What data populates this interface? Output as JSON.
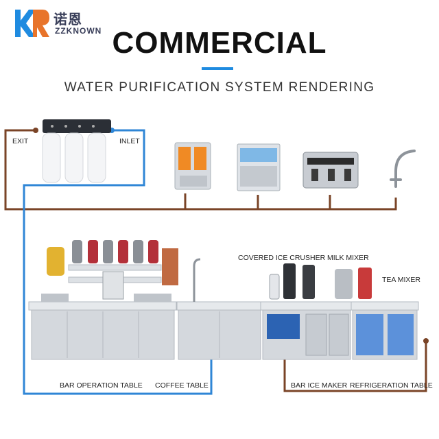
{
  "brand": {
    "name_cn": "诺恩",
    "name_en": "ZZKNOWN",
    "mark_letters": "KR"
  },
  "title": "COMMERCIAL",
  "subtitle": "WATER PURIFICATION SYSTEM RENDERING",
  "labels": {
    "exit": "EXIT",
    "inlet": "INLET",
    "covered_ice_crusher": "COVERED ICE CRUSHER",
    "milk_mixer": "MILK MIXER",
    "tea_mixer": "TEA MIXER",
    "bar_operation_table": "BAR OPERATION TABLE",
    "coffee_table": "COFFEE TABLE",
    "bar_ice_maker": "BAR ICE MAKER",
    "refrigeration_table": "REFRIGERATION TABLE"
  },
  "colors": {
    "brand_blue": "#1f8be0",
    "brand_orange": "#e8742a",
    "supply_line_brown": "#7a4427",
    "inlet_line_blue": "#2f86d6",
    "steel": "#c9ced4"
  }
}
